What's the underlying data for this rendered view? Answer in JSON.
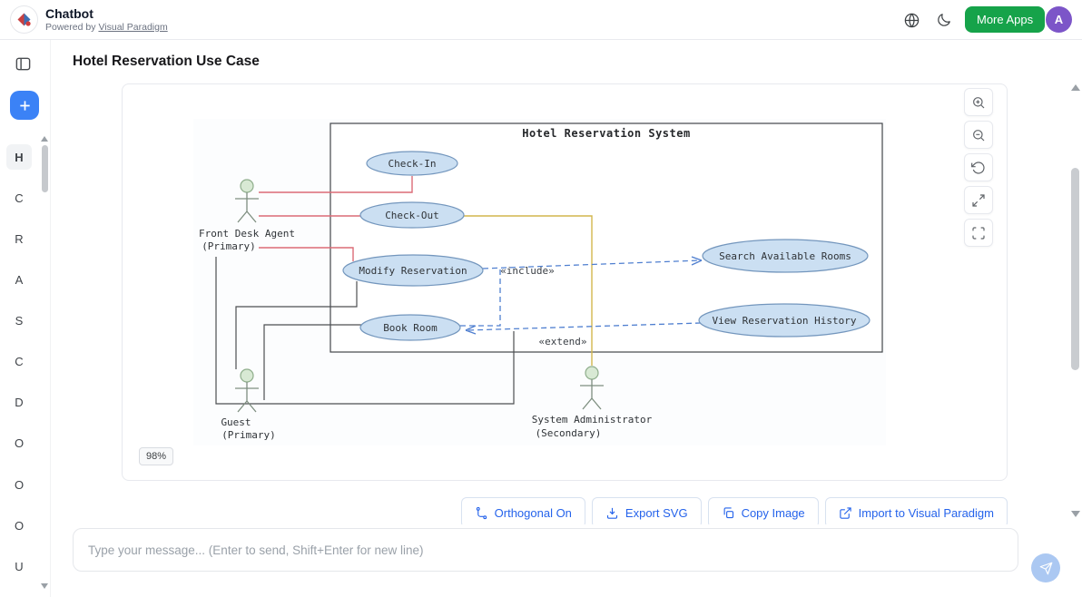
{
  "header": {
    "app_title": "Chatbot",
    "powered_by_prefix": "Powered by",
    "powered_by_link": "Visual Paradigm",
    "more_apps": "More Apps",
    "avatar": "A"
  },
  "page": {
    "title": "Hotel Reservation Use Case"
  },
  "sidebar": {
    "items": [
      {
        "label": "H"
      },
      {
        "label": "C"
      },
      {
        "label": "R"
      },
      {
        "label": "A"
      },
      {
        "label": "S"
      },
      {
        "label": "C"
      },
      {
        "label": "D"
      },
      {
        "label": "O"
      },
      {
        "label": "O"
      },
      {
        "label": "O"
      },
      {
        "label": "U"
      }
    ]
  },
  "viewer": {
    "zoom_badge": "98%",
    "actions": {
      "orthogonal": "Orthogonal On",
      "export_svg": "Export SVG",
      "copy_image": "Copy Image",
      "import_vp": "Import to Visual Paradigm"
    }
  },
  "diagram": {
    "frame_title": "Hotel Reservation System",
    "use_cases": {
      "check_in": "Check-In",
      "check_out": "Check-Out",
      "modify_reservation": "Modify Reservation",
      "book_room": "Book Room",
      "search_rooms": "Search Available Rooms",
      "view_history": "View Reservation History"
    },
    "actors": {
      "front_desk": {
        "name": "Front Desk Agent",
        "role": "(Primary)"
      },
      "guest": {
        "name": "Guest",
        "role": "(Primary)"
      },
      "admin": {
        "name": "System Administrator",
        "role": "(Secondary)"
      }
    },
    "relations": {
      "include": "«include»",
      "extend": "«extend»"
    },
    "colors": {
      "usecase_fill": "#cbdff2",
      "usecase_stroke": "#7396bd",
      "dependency": "#4f7fd0",
      "front_desk_line": "#db6b77",
      "guest_line": "#4d4f52",
      "admin_line": "#d2b64d"
    }
  },
  "chat": {
    "placeholder": "Type your message... (Enter to send, Shift+Enter for new line)"
  }
}
